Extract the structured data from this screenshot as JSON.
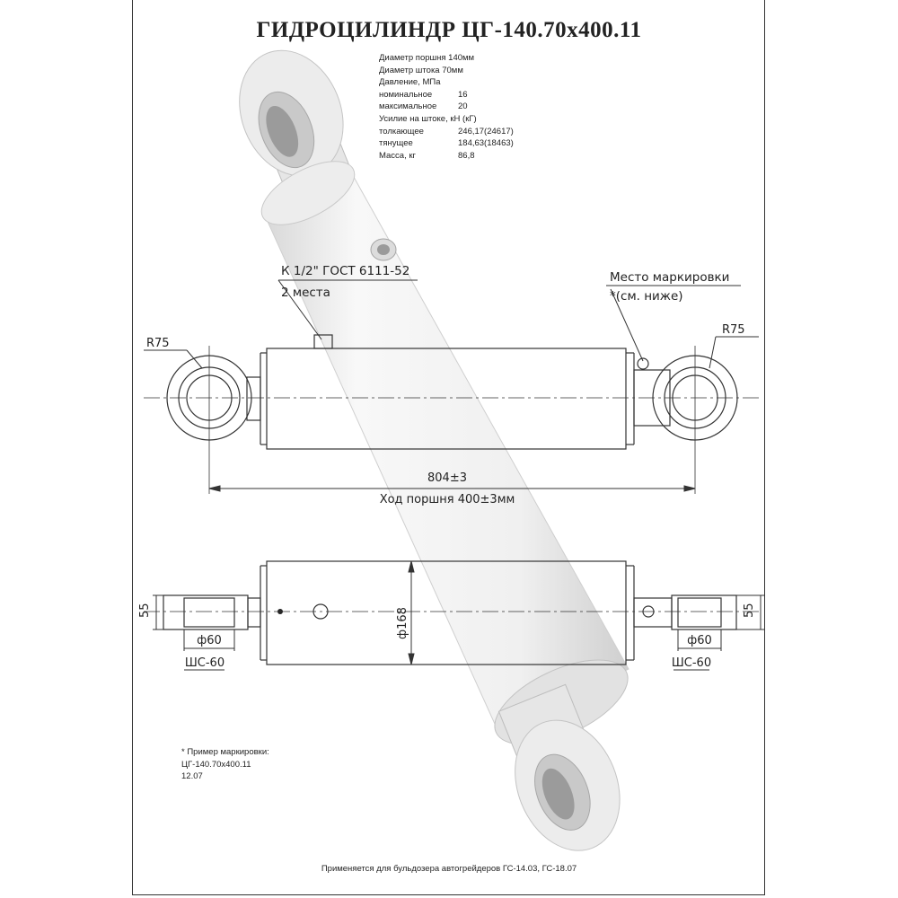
{
  "title": "ГИДРОЦИЛИНДР  ЦГ-140.70х400.11",
  "specs": [
    {
      "label": "Диаметр поршня 140мм",
      "value": ""
    },
    {
      "label": "Диаметр штока 70мм",
      "value": ""
    },
    {
      "label": "Давление, МПа",
      "value": ""
    },
    {
      "label": "номинальное",
      "value": "16"
    },
    {
      "label": "максимальное",
      "value": "20"
    },
    {
      "label": "Усилие на штоке, кН (кГ)",
      "value": ""
    },
    {
      "label": "толкающее",
      "value": "246,17(24617)"
    },
    {
      "label": "тянущее",
      "value": "184,63(18463)"
    },
    {
      "label": "Масса, кг",
      "value": "86,8"
    }
  ],
  "callouts": {
    "port_thread": "К 1/2\" ГОСТ 6111-52",
    "port_count": "2 места",
    "marking_place": "Место маркировки",
    "marking_ref": "*(см. ниже)"
  },
  "dimensions": {
    "radius_left": "R75",
    "radius_right": "R75",
    "length": "804±3",
    "stroke": "Ход поршня 400±3мм",
    "eye_width_left": "55",
    "eye_width_right": "55",
    "bore_left": "ф60",
    "bore_right": "ф60",
    "bearing_left": "ШС-60",
    "bearing_right": "ШС-60",
    "body_diameter": "ф168"
  },
  "marking_example": {
    "heading": "* Пример маркировки:",
    "line1": "ЦГ-140.70х400.11",
    "line2": "12.07"
  },
  "footer": "Применяется для  бульдозера автогрейдеров ГС-14.03, ГС-18.07"
}
